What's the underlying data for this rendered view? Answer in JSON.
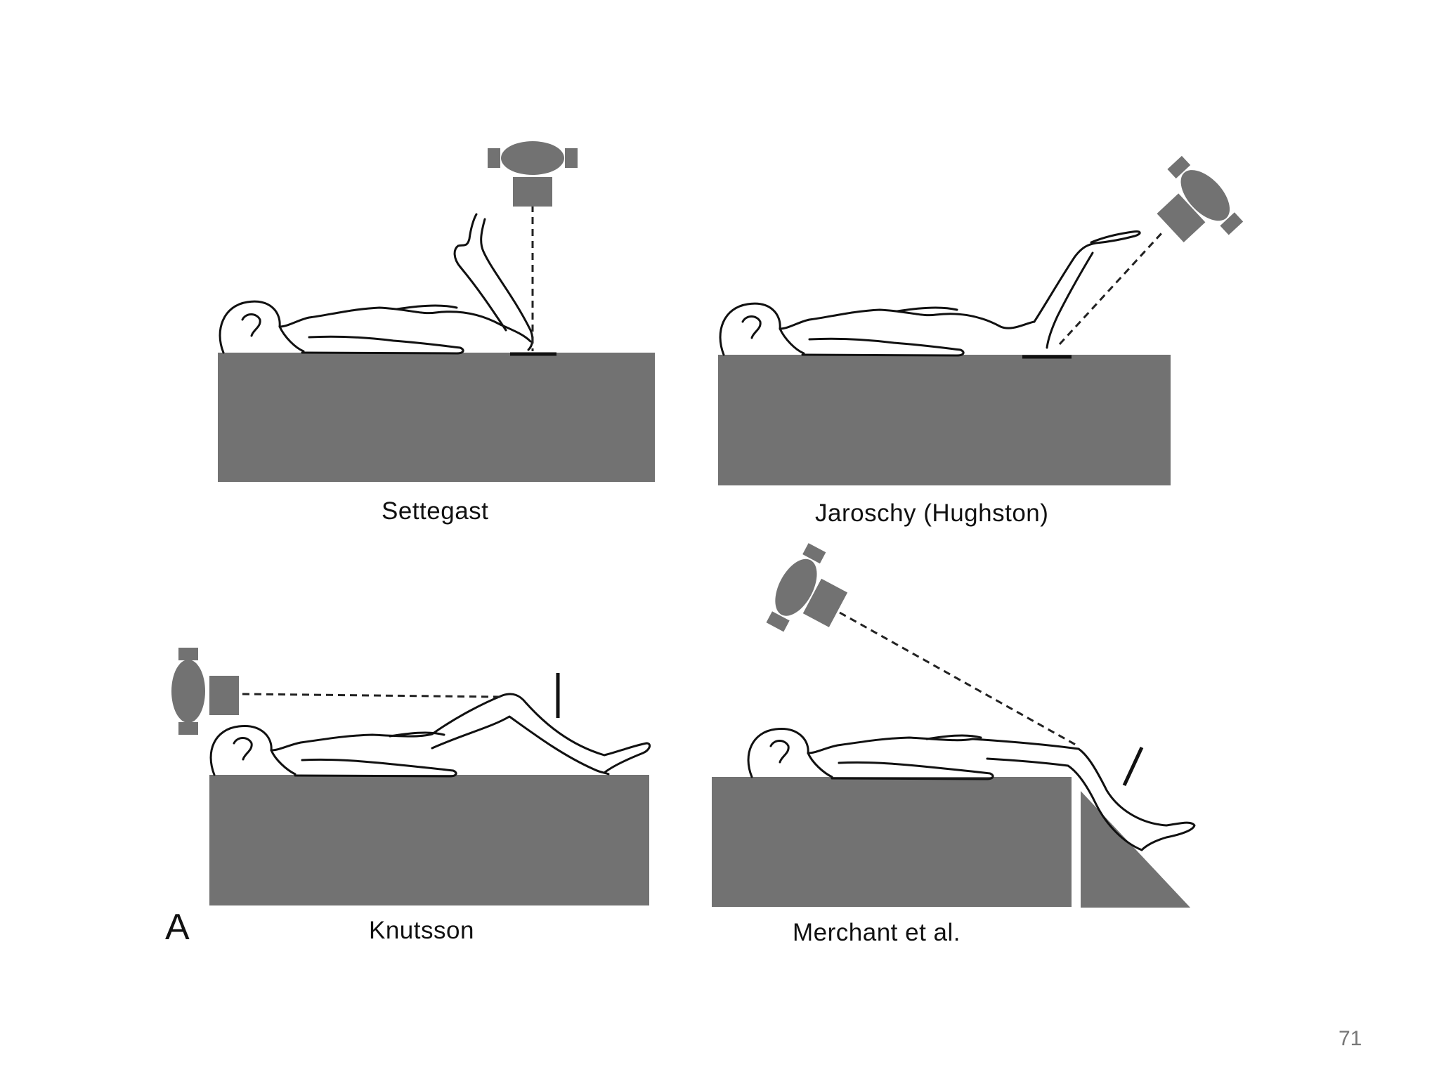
{
  "figure": {
    "panel_letter": "A",
    "page_number": "71",
    "colors": {
      "table": "#727272",
      "outline": "#111111",
      "background": "#ffffff"
    },
    "panels": [
      {
        "caption": "Settegast"
      },
      {
        "caption": "Jaroschy (Hughston)"
      },
      {
        "caption": "Knutsson"
      },
      {
        "caption": "Merchant et al."
      }
    ]
  }
}
